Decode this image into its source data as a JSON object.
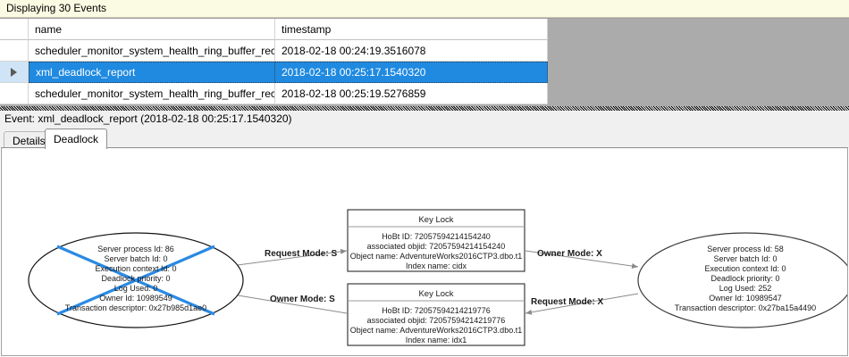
{
  "caption": {
    "text": "Displaying 30 Events"
  },
  "grid": {
    "columns": [
      "",
      "name",
      "timestamp"
    ],
    "rows": [
      {
        "selector": "",
        "name": "scheduler_monitor_system_health_ring_buffer_recorded",
        "timestamp": "2018-02-18 00:24:19.3516078",
        "selected": false
      },
      {
        "selector": "row-arrow-icon",
        "name": "xml_deadlock_report",
        "timestamp": "2018-02-18 00:25:17.1540320",
        "selected": true
      },
      {
        "selector": "",
        "name": "scheduler_monitor_system_health_ring_buffer_recorded",
        "timestamp": "2018-02-18 00:25:19.5276859",
        "selected": false
      }
    ],
    "empty_area_color": "#ababab",
    "selection_color": "#1f8ae0"
  },
  "event_header": {
    "text": "Event: xml_deadlock_report (2018-02-18 00:25:17.1540320)"
  },
  "tabs": [
    {
      "label": "Details",
      "active": false
    },
    {
      "label": "Deadlock",
      "active": true
    }
  ],
  "deadlock_graph": {
    "victim_marker_color": "#2a8ae4",
    "processes": [
      {
        "id": "left-process",
        "victim": true,
        "lines": [
          "Server process Id: 86",
          "Server batch Id: 0",
          "Execution context Id: 0",
          "Deadlock priority: 0",
          "Log Used: 0",
          "Owner Id: 10989549",
          "Transaction descriptor: 0x27b985d1ae0"
        ]
      },
      {
        "id": "right-process",
        "victim": false,
        "lines": [
          "Server process Id: 58",
          "Server batch Id: 0",
          "Execution context Id: 0",
          "Deadlock priority: 0",
          "Log Used: 252",
          "Owner Id: 10989547",
          "Transaction descriptor: 0x27ba15a4490"
        ]
      }
    ],
    "resources": [
      {
        "id": "top-key-lock",
        "title": "Key Lock",
        "lines": [
          "HoBt ID: 72057594214154240",
          "associated objid: 72057594214154240",
          "Object name: AdventureWorks2016CTP3.dbo.t1",
          "Index name: cidx"
        ]
      },
      {
        "id": "bottom-key-lock",
        "title": "Key Lock",
        "lines": [
          "HoBt ID: 72057594214219776",
          "associated objid: 72057594214219776",
          "Object name: AdventureWorks2016CTP3.dbo.t1",
          "Index name: idx1"
        ]
      }
    ],
    "edges": [
      {
        "id": "edge-left-request-top",
        "label": "Request Mode: S"
      },
      {
        "id": "edge-top-owner-right",
        "label": "Owner Mode: X"
      },
      {
        "id": "edge-bottom-owner-left",
        "label": "Owner Mode: S"
      },
      {
        "id": "edge-right-request-bottom",
        "label": "Request Mode: X"
      }
    ]
  }
}
